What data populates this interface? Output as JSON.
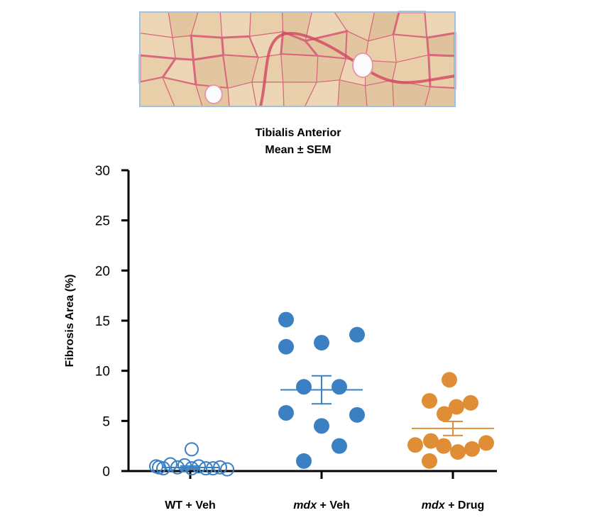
{
  "histology_image": {
    "description_label": "",
    "border_color": "#9cc3e6"
  },
  "chart_data": {
    "type": "scatter",
    "title": "Tibialis Anterior",
    "subtitle": "Mean ± SEM",
    "xlabel": "",
    "ylabel": "Fibrosis Area (%)",
    "ylim": [
      0,
      30
    ],
    "yticks": [
      0,
      5,
      10,
      15,
      20,
      25,
      30
    ],
    "grid": false,
    "legend": "none",
    "categories": [
      {
        "prefix": "WT",
        "suffix": " + Veh",
        "italic_prefix": false
      },
      {
        "prefix": "mdx",
        "suffix": " + Veh",
        "italic_prefix": true
      },
      {
        "prefix": "mdx",
        "suffix": " + Drug",
        "italic_prefix": true
      }
    ],
    "series": [
      {
        "category": 0,
        "color": "#3a80c3",
        "filled": false,
        "values": [
          0.4,
          0.2,
          0.6,
          0.3,
          0.5,
          0.2,
          0.4,
          0.2,
          0.2,
          0.3,
          0.1,
          0.3,
          2.1
        ],
        "mean": 0.35,
        "sem": 0.15
      },
      {
        "category": 1,
        "color": "#3a80c3",
        "filled": true,
        "values": [
          15.1,
          12.4,
          12.8,
          13.6,
          8.4,
          8.4,
          5.8,
          5.6,
          4.5,
          2.5,
          1.0
        ],
        "mean": 8.1,
        "sem": 1.4
      },
      {
        "category": 2,
        "color": "#e08e36",
        "filled": true,
        "values": [
          9.1,
          7.0,
          6.4,
          5.7,
          6.8,
          2.6,
          3.0,
          2.5,
          1.9,
          2.2,
          2.8,
          1.0
        ],
        "mean": 4.25,
        "sem": 0.7
      }
    ]
  }
}
